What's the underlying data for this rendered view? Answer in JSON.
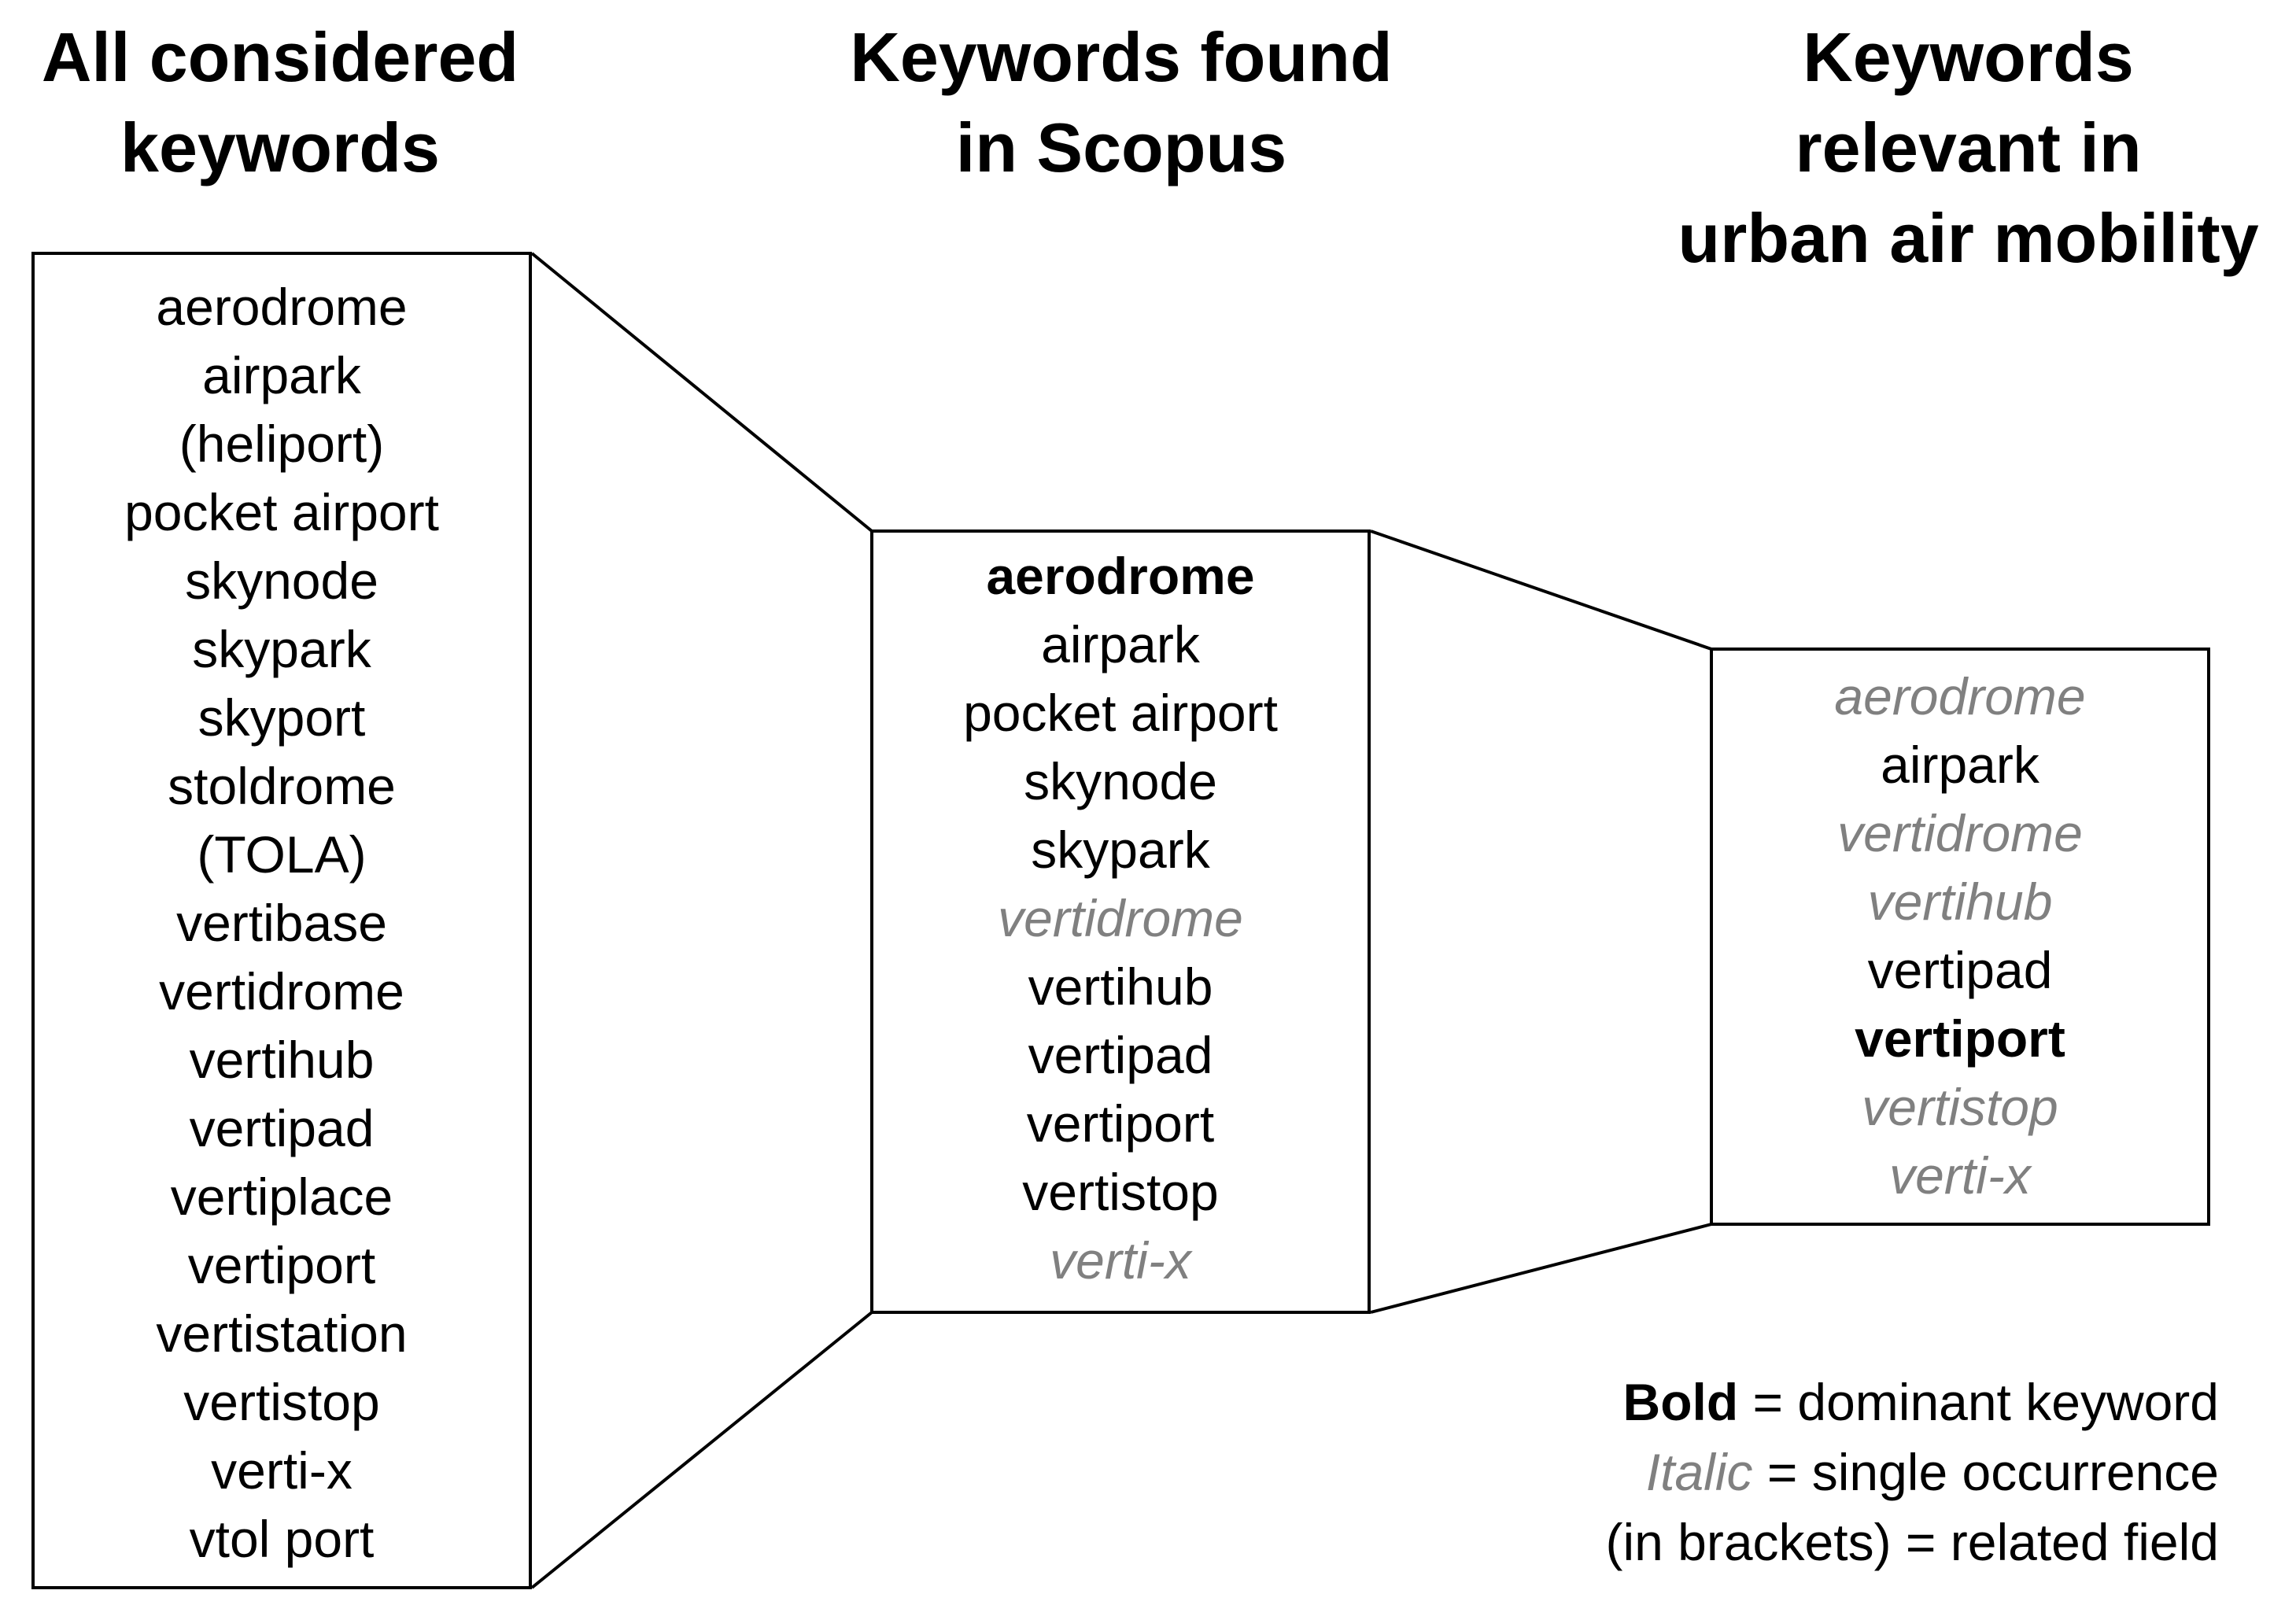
{
  "headings": {
    "left": [
      "All considered",
      "keywords"
    ],
    "middle": [
      "Keywords found",
      "in Scopus"
    ],
    "right": [
      "Keywords",
      "relevant in",
      "urban air mobility"
    ]
  },
  "columns": {
    "all_considered": [
      {
        "text": "aerodrome",
        "style": "normal"
      },
      {
        "text": "airpark",
        "style": "normal"
      },
      {
        "text": "(heliport)",
        "style": "normal"
      },
      {
        "text": "pocket airport",
        "style": "normal"
      },
      {
        "text": "skynode",
        "style": "normal"
      },
      {
        "text": "skypark",
        "style": "normal"
      },
      {
        "text": "skyport",
        "style": "normal"
      },
      {
        "text": "stoldrome",
        "style": "normal"
      },
      {
        "text": "(TOLA)",
        "style": "normal"
      },
      {
        "text": "vertibase",
        "style": "normal"
      },
      {
        "text": "vertidrome",
        "style": "normal"
      },
      {
        "text": "vertihub",
        "style": "normal"
      },
      {
        "text": "vertipad",
        "style": "normal"
      },
      {
        "text": "vertiplace",
        "style": "normal"
      },
      {
        "text": "vertiport",
        "style": "normal"
      },
      {
        "text": "vertistation",
        "style": "normal"
      },
      {
        "text": "vertistop",
        "style": "normal"
      },
      {
        "text": "verti-x",
        "style": "normal"
      },
      {
        "text": "vtol port",
        "style": "normal"
      }
    ],
    "found_in_scopus": [
      {
        "text": "aerodrome",
        "style": "bold"
      },
      {
        "text": "airpark",
        "style": "normal"
      },
      {
        "text": "pocket airport",
        "style": "normal"
      },
      {
        "text": "skynode",
        "style": "normal"
      },
      {
        "text": "skypark",
        "style": "normal"
      },
      {
        "text": "vertidrome",
        "style": "italic"
      },
      {
        "text": "vertihub",
        "style": "normal"
      },
      {
        "text": "vertipad",
        "style": "normal"
      },
      {
        "text": "vertiport",
        "style": "normal"
      },
      {
        "text": "vertistop",
        "style": "normal"
      },
      {
        "text": "verti-x",
        "style": "italic"
      }
    ],
    "relevant_uam": [
      {
        "text": "aerodrome",
        "style": "italic"
      },
      {
        "text": "airpark",
        "style": "normal"
      },
      {
        "text": "vertidrome",
        "style": "italic"
      },
      {
        "text": "vertihub",
        "style": "italic"
      },
      {
        "text": "vertipad",
        "style": "normal"
      },
      {
        "text": "vertiport",
        "style": "bold"
      },
      {
        "text": "vertistop",
        "style": "italic"
      },
      {
        "text": "verti-x",
        "style": "italic"
      }
    ]
  },
  "legend": {
    "bold_term": "Bold",
    "bold_desc": " = dominant keyword",
    "italic_term": "Italic",
    "italic_desc": " = single occurrence",
    "bracket_line": "(in brackets) = related field"
  },
  "colors": {
    "text": "#000000",
    "single_occurrence": "#808080",
    "border": "#000000"
  }
}
